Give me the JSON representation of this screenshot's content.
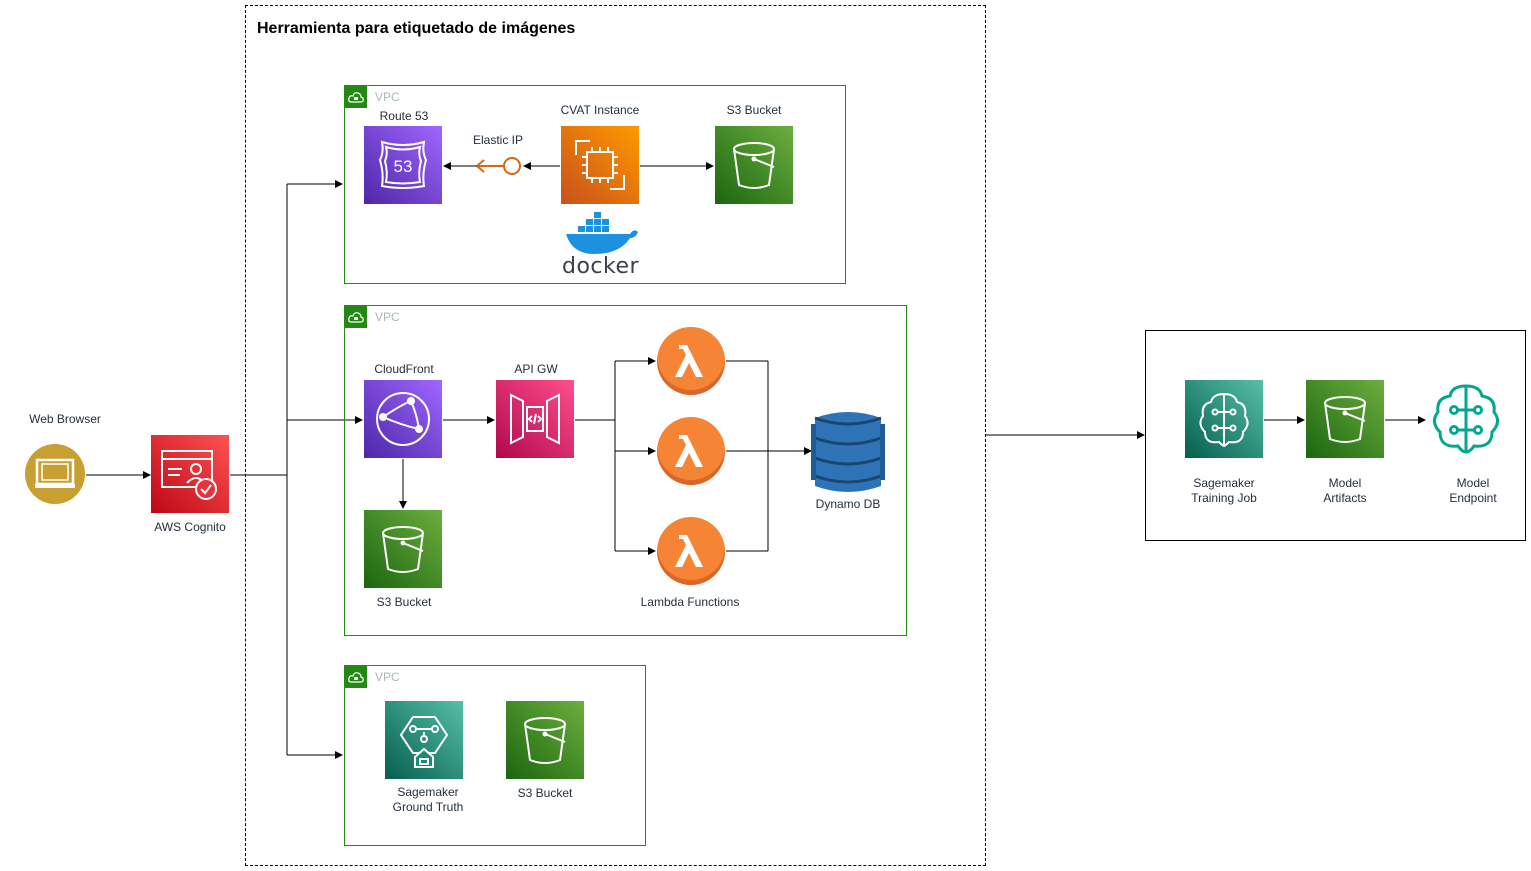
{
  "title": "Herramienta para etiquetado de imágenes",
  "vpc_label": "VPC",
  "web_browser": "Web Browser",
  "cognito": "AWS Cognito",
  "vpc1": {
    "route53": "Route 53",
    "elastic_ip": "Elastic IP",
    "cvat": "CVAT Instance",
    "s3": "S3 Bucket",
    "docker": "docker",
    "route53_badge": "53"
  },
  "vpc2": {
    "cloudfront": "CloudFront",
    "api_gw": "API GW",
    "s3": "S3 Bucket",
    "lambda_functions": "Lambda Functions",
    "dynamo": "Dynamo DB"
  },
  "vpc3": {
    "ground_truth_line1": "Sagemaker",
    "ground_truth_line2": "Ground Truth",
    "s3": "S3 Bucket"
  },
  "ml": {
    "training_line1": "Sagemaker",
    "training_line2": "Training Job",
    "artifacts_line1": "Model",
    "artifacts_line2": "Artifacts",
    "endpoint_line1": "Model",
    "endpoint_line2": "Endpoint"
  },
  "colors": {
    "vpc_border": "#248814",
    "compute": "#ff9900",
    "storage": "#6cae3e",
    "network": "#8c4fff",
    "security": "#dd344c",
    "ml": "#01a88d",
    "lambda": "#f58534",
    "dynamo": "#2e73b8",
    "browser": "#c8a032"
  }
}
